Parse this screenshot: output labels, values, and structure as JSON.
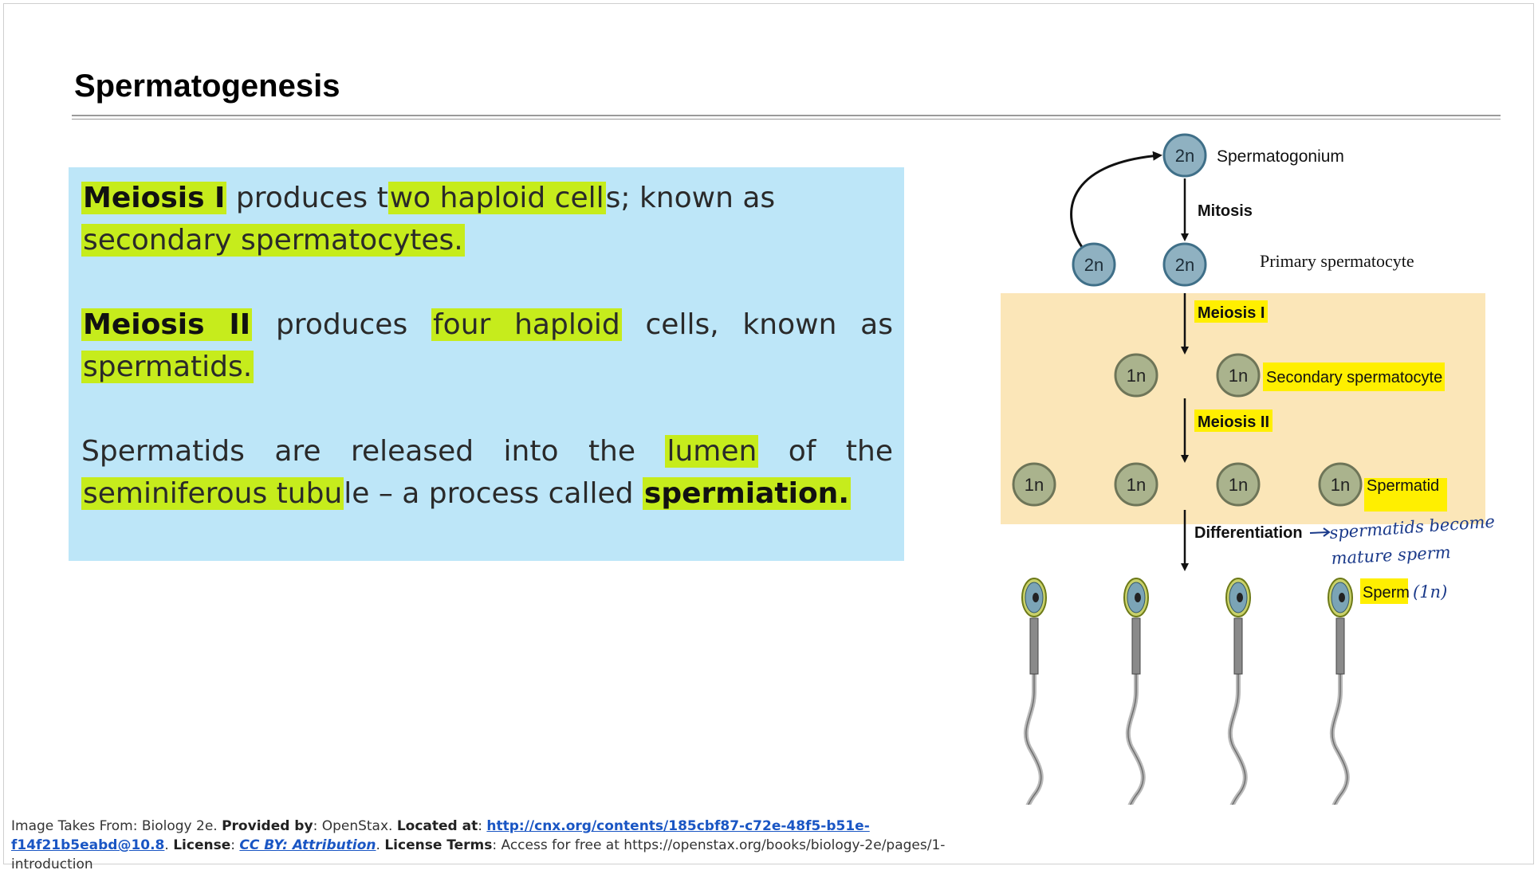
{
  "slide": {
    "title": "Spermatogenesis"
  },
  "textbox": {
    "p1": {
      "t1": "Meiosis I",
      "t2": " produces t",
      "t3": "wo haploid cell",
      "t4": "s; known as ",
      "t5": "secondary spermatocytes."
    },
    "p2": {
      "t1": "Meiosis II",
      "t2": " produces ",
      "t3": "four haploid",
      "t4": " cells, known as ",
      "t5": "spermatids."
    },
    "p3": {
      "t1": "Spermatids are released into the ",
      "t2": "lumen",
      "t3": " of the ",
      "t4": "seminiferous tubu",
      "t5": "le – a process called ",
      "t6": "spermiation."
    }
  },
  "diagram": {
    "spermatogonium": {
      "ploidy": "2n",
      "label": "Spermatogonium"
    },
    "mitosis_label": "Mitosis",
    "primary_cells": [
      "2n",
      "2n"
    ],
    "primary_label": "Primary spermatocyte",
    "meiosis1_label": "Meiosis I",
    "secondary_cells": [
      "1n",
      "1n"
    ],
    "secondary_label": "Secondary spermatocyte",
    "meiosis2_label": "Meiosis II",
    "spermatid_cells": [
      "1n",
      "1n",
      "1n",
      "1n"
    ],
    "spermatid_label": "Spermatid",
    "differentiation_label": "Differentiation",
    "sperm_label": "Sperm",
    "annotation_line1": "spermatids become",
    "annotation_line2": "mature sperm",
    "annotation_sperm": "(1n)",
    "colors": {
      "cell_2n": "#8fb1c1",
      "cell_1n": "#aab38d",
      "meiosis_zone": "#fbe6b8",
      "highlight_yellow": "#ffef00",
      "highlight_green": "#c6ec1c",
      "ink": "#1b3a8a"
    }
  },
  "credits": {
    "line1_prefix": "Image Takes From: Biology 2e. ",
    "provided_by_label": "Provided by",
    "provided_by_value": ": OpenStax. ",
    "located_at_label": "Located at",
    "located_at_sep": ": ",
    "url_part1": "http://cnx.org/contents/185cbf87-c72e-48f5-b51e-",
    "url_part2": "f14f21b5eabd@10.8",
    "license_sep": ". ",
    "license_label": "License",
    "license_colon": ": ",
    "license_value": "CC BY: Attribution",
    "terms_sep": ". ",
    "terms_label": "License Terms",
    "terms_value": ": Access for free at https://openstax.org/books/biology-2e/pages/1-introduction"
  }
}
